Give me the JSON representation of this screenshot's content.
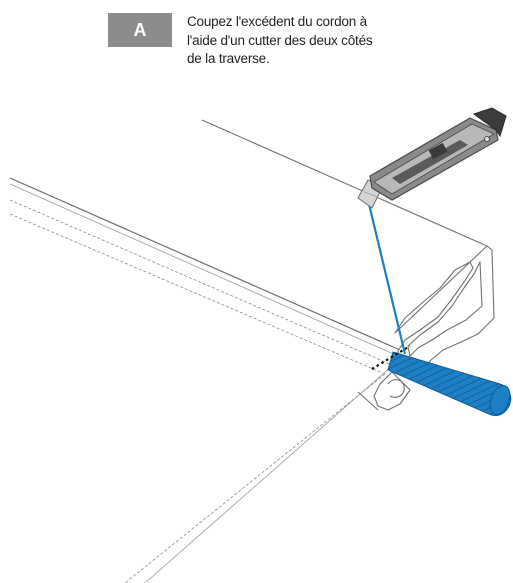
{
  "step": {
    "badge_label": "A",
    "instruction_text": "Coupez l'excédent du cordon à l'aide d'un cutter des deux côtés de la traverse."
  },
  "illustration": {
    "icons": [
      "utility-knife-icon",
      "blue-cord-icon",
      "aluminum-rail-profile"
    ],
    "colors": {
      "badge": "#8c8c8c",
      "cord": "#1f7fc4",
      "cord_shadow": "#0d5c97",
      "outline": "#707070",
      "knife_body": "#8a8a8a"
    }
  }
}
